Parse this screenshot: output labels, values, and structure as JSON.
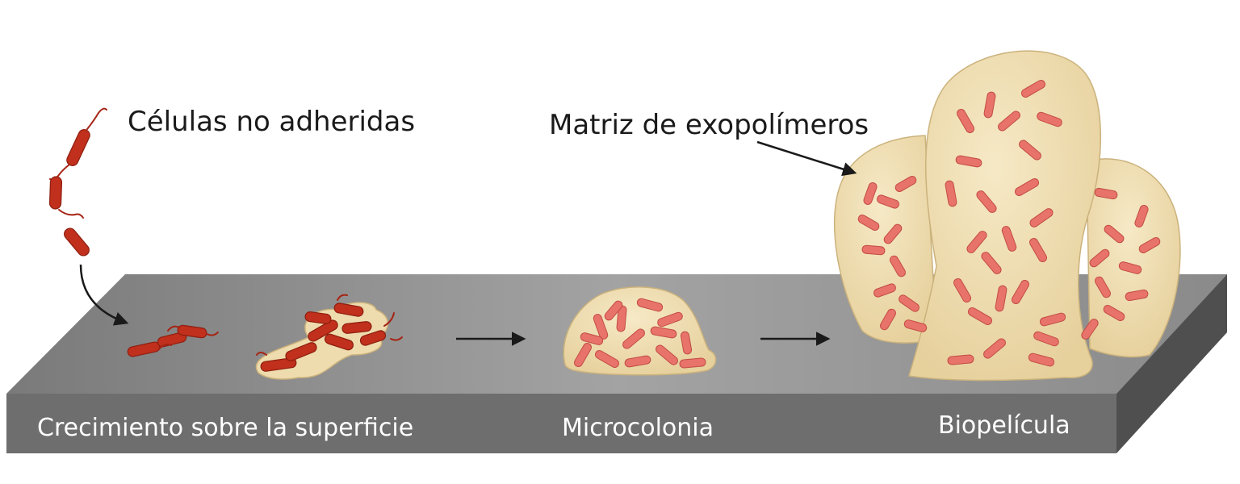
{
  "labels": {
    "planktonic": "Células no adheridas",
    "matrix": "Matriz de exopolímeros",
    "surface_growth": "Crecimiento sobre la superficie",
    "microcolony": "Microcolonia",
    "biofilm": "Biopelícula"
  },
  "colors": {
    "bacteria_free": "#c0301c",
    "bacteria_embedded": "#e8736b",
    "matrix_fill": "#eedcae",
    "matrix_edge": "#cbb27c",
    "surface_top": "#8e8e8e",
    "surface_front": "#6f6f6f",
    "arrow": "#1a1a1a"
  },
  "icons": [
    "bacterium-icon",
    "arrow-icon"
  ]
}
